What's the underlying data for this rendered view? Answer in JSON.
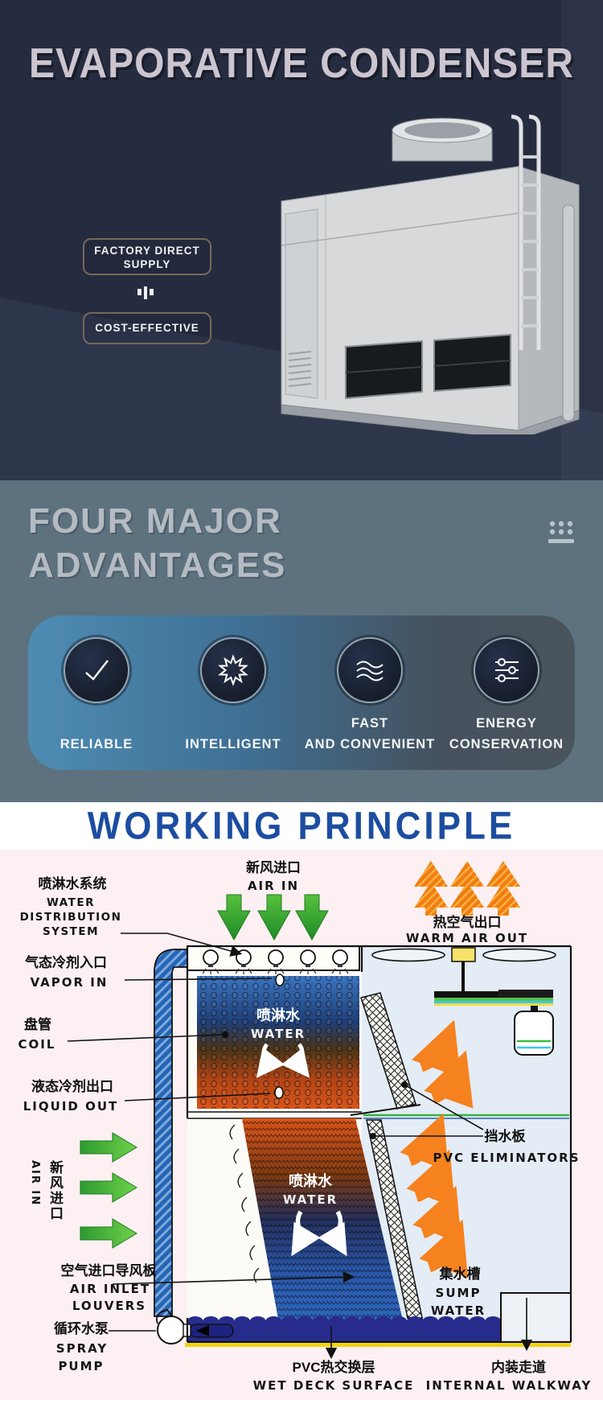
{
  "hero": {
    "title": "EVAPORATIVE CONDENSER",
    "badge_factory_line1": "FACTORY DIRECT",
    "badge_factory_line2": "SUPPLY",
    "separator_mark": "'|'",
    "badge_cost": "COST-EFFECTIVE"
  },
  "advantages": {
    "title_line1": "FOUR MAJOR",
    "title_line2": "ADVANTAGES",
    "corner_icon": "grid-dots-icon",
    "items": [
      {
        "icon": "check-icon",
        "label_top": "",
        "label_bottom": "RELIABLE"
      },
      {
        "icon": "star-burst-icon",
        "label_top": "",
        "label_bottom": "INTELLIGENT"
      },
      {
        "icon": "waves-icon",
        "label_top": "FAST",
        "label_bottom": "AND CONVENIENT"
      },
      {
        "icon": "sliders-icon",
        "label_top": "ENERGY",
        "label_bottom": "CONSERVATION"
      }
    ]
  },
  "working_principle": {
    "title": "WORKING PRINCIPLE",
    "labels": {
      "air_in_top_zh": "新风进口",
      "air_in_top_en": "AIR IN",
      "warm_air_out_zh": "热空气出口",
      "warm_air_out_en": "WARM AIR OUT",
      "water_distribution_zh": "喷淋水系统",
      "water_distribution_en1": "WATER",
      "water_distribution_en2": "DISTRIBUTION",
      "water_distribution_en3": "SYSTEM",
      "vapor_in_zh": "气态冷剂入口",
      "vapor_in_en": "VAPOR IN",
      "coil_zh": "盘管",
      "coil_en": "COIL",
      "liquid_out_zh": "液态冷剂出口",
      "liquid_out_en": "LIQUID OUT",
      "spray_water_upper_zh": "喷淋水",
      "spray_water_upper_en": "WATER",
      "spray_water_lower_zh": "喷淋水",
      "spray_water_lower_en": "WATER",
      "air_in_left_zh": "新风进口",
      "air_in_left_en": "AIR IN",
      "air_inlet_louvers_zh": "空气进口导风板",
      "air_inlet_louvers_en1": "AIR INLET",
      "air_inlet_louvers_en2": "LOUVERS",
      "spray_pump_zh": "循环水泵",
      "spray_pump_en1": "SPRAY",
      "spray_pump_en2": "PUMP",
      "pvc_eliminators_zh": "挡水板",
      "pvc_eliminators_en": "PVC ELIMINATORS",
      "sump_water_zh": "集水槽",
      "sump_water_en1": "SUMP",
      "sump_water_en2": "WATER",
      "wet_deck_zh": "PVC热交换层",
      "wet_deck_en": "WET DECK SURFACE",
      "internal_walkway_zh": "内装走道",
      "internal_walkway_en": "INTERNAL WALKWAY"
    }
  },
  "colors": {
    "hero_bg": "#262c40",
    "steel_bg": "#5d727e",
    "card_gradient_left": "#4e8cb4",
    "card_gradient_right": "#4a545d",
    "hero_title_text": "#ccc5d0",
    "advantages_text": "#b4bbc3",
    "principle_blue": "#1c4da0",
    "arrow_green": "#35a035",
    "arrow_orange": "#f5821e",
    "sump_navy": "#272c8c",
    "coil_blue": "#3a74c0",
    "coil_orange": "#d8541a",
    "diagram_bg": "#fcf0f2"
  }
}
